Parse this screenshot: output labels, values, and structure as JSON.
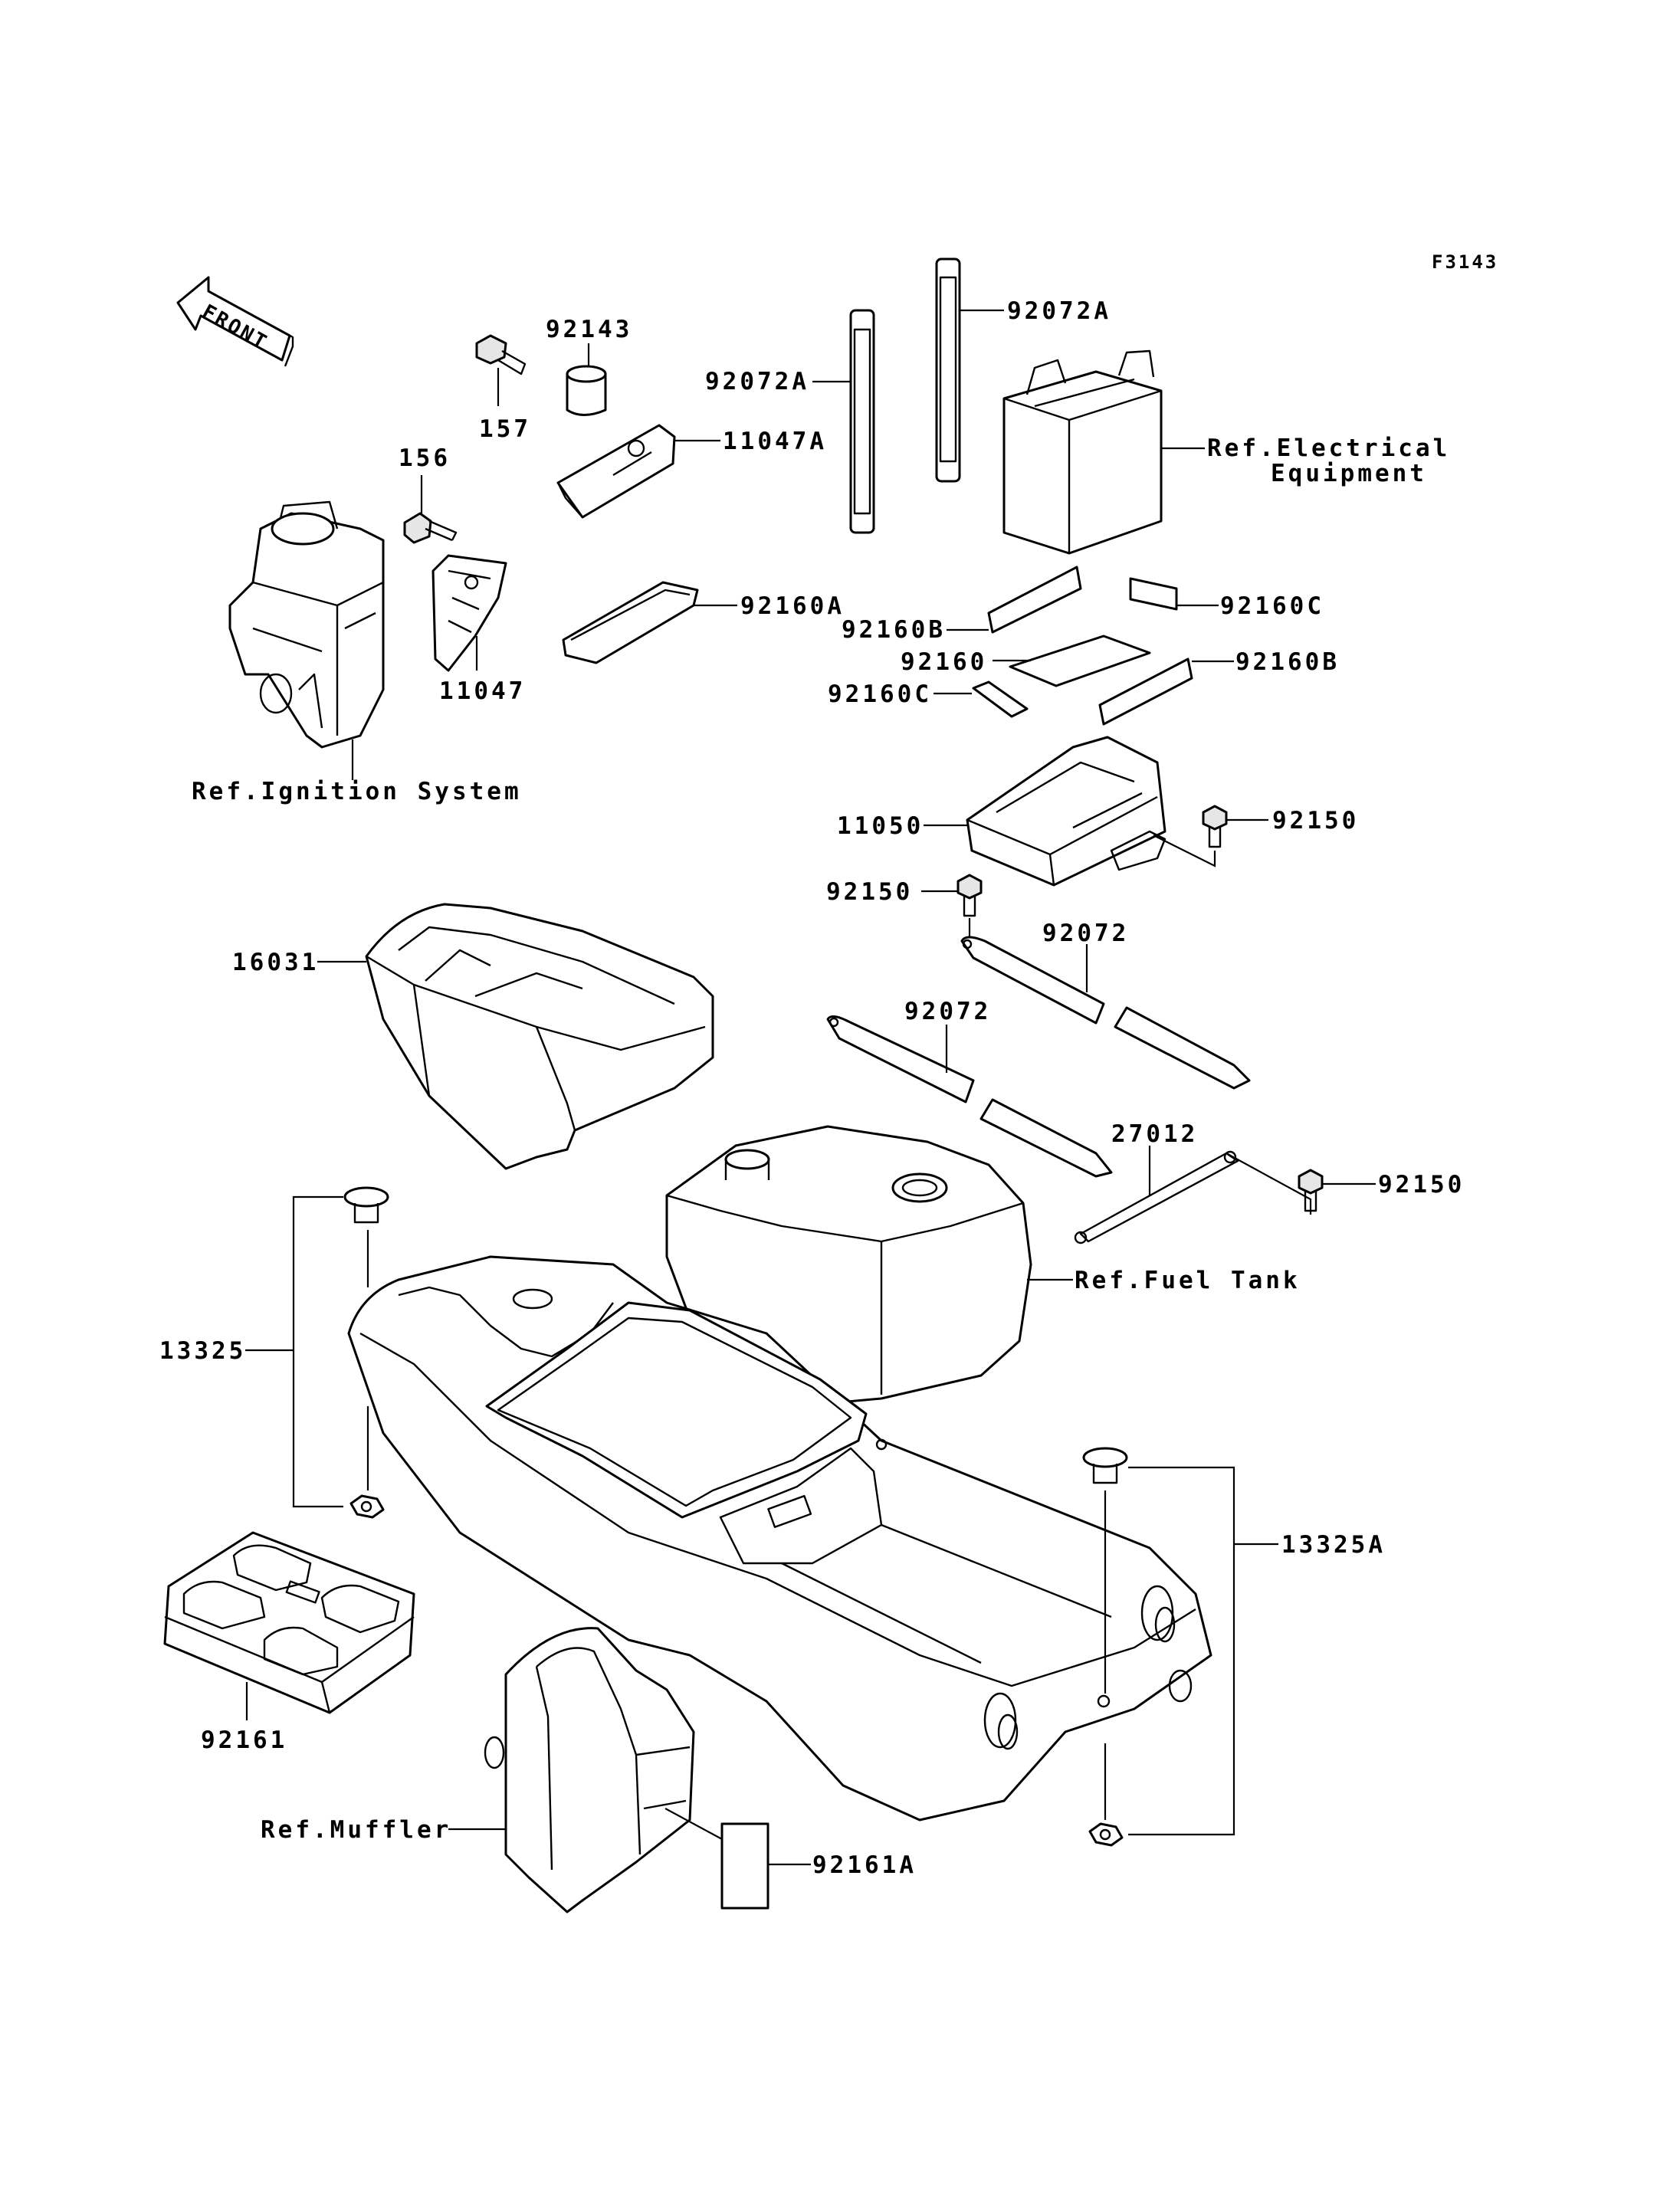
{
  "figure_code": "F3143",
  "front_label": "FRONT",
  "parts": {
    "p92143": "92143",
    "p157": "157",
    "p156": "156",
    "p11047A": "11047A",
    "p11047": "11047",
    "p92072A_left": "92072A",
    "p92072A_right": "92072A",
    "p92160A": "92160A",
    "p92160B_left": "92160B",
    "p92160B_right": "92160B",
    "p92160C_left": "92160C",
    "p92160C_right": "92160C",
    "p92160": "92160",
    "p11050": "11050",
    "p92150_a": "92150",
    "p92150_b": "92150",
    "p92150_c": "92150",
    "p92072_upper": "92072",
    "p92072_lower": "92072",
    "p27012": "27012",
    "p16031": "16031",
    "p13325": "13325",
    "p13325A": "13325A",
    "p92161": "92161",
    "p92161A": "92161A"
  },
  "refs": {
    "electrical_1": "Ref.Electrical",
    "electrical_2": "Equipment",
    "ignition": "Ref.Ignition System",
    "fuel_tank": "Ref.Fuel Tank",
    "muffler": "Ref.Muffler"
  }
}
